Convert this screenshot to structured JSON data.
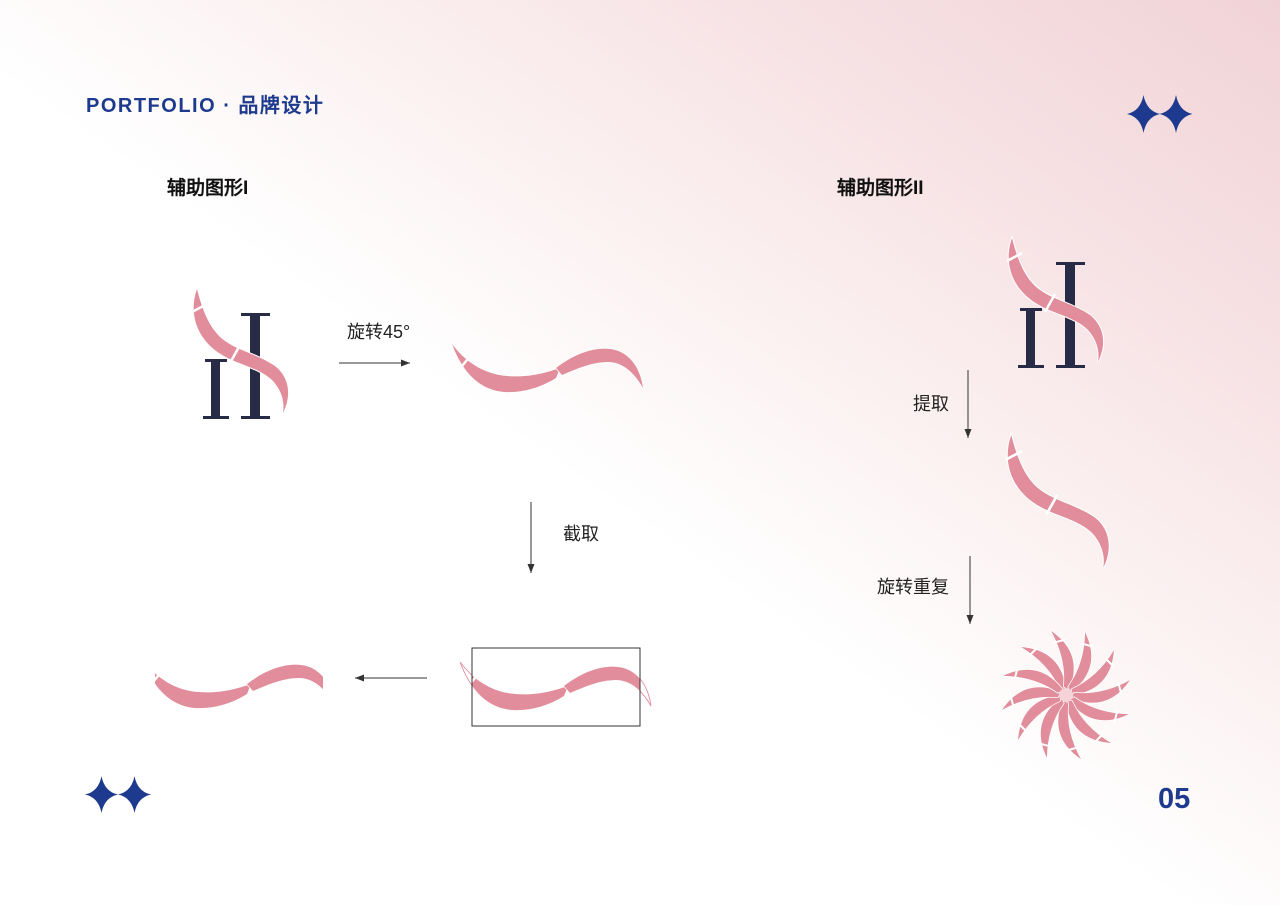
{
  "header": {
    "title": "PORTFOLIO · 品牌设计"
  },
  "page_number": "05",
  "section_one": {
    "title": "辅助图形I",
    "rotate_label": "旋转45°",
    "crop_label": "截取"
  },
  "section_two": {
    "title": "辅助图形II",
    "extract_label": "提取",
    "rotate_repeat_label": "旋转重复"
  },
  "icons": {
    "corner_decoration": "four-point-star-icon"
  },
  "colors": {
    "brand_blue": "#1d3a8e",
    "ribbon_pink": "#e28d9b",
    "logo_navy": "#272b45"
  }
}
